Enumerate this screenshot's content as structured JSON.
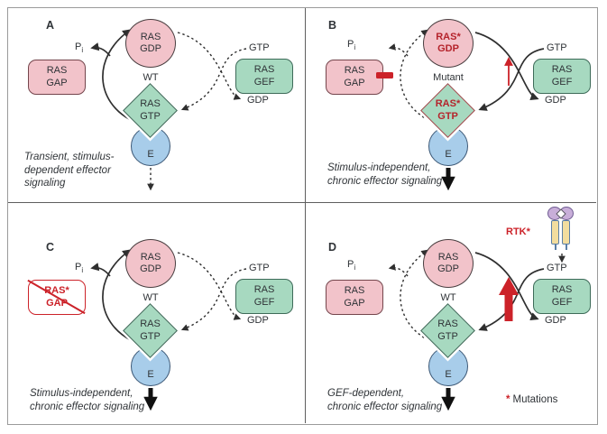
{
  "colors": {
    "accent_red": "#cc2229",
    "mutant_red": "#b5232b",
    "node_pink": "#f2c3ca",
    "node_green": "#a7d9c0",
    "node_blue": "#a8cdea",
    "rtk_purple": "#c8aed9",
    "rtk_yellow": "#f2dd9e",
    "text": "#2f3337",
    "frame_gray": "#9a9a9a"
  },
  "legend": {
    "asterisk": "*",
    "label": "Mutations"
  },
  "panels": {
    "a": {
      "letter": "A",
      "center": "WT",
      "gdp": {
        "l1": "RAS",
        "l2": "GDP"
      },
      "gtp": {
        "l1": "RAS",
        "l2": "GTP"
      },
      "gap": {
        "l1": "RAS",
        "l2": "GAP"
      },
      "gef": {
        "l1": "RAS",
        "l2": "GEF"
      },
      "pi": {
        "base": "P",
        "sub": "i"
      },
      "gtp_in": "GTP",
      "gdp_out": "GDP",
      "effector": "E",
      "caption": "Transient, stimulus-\ndependent effector\nsignaling"
    },
    "b": {
      "letter": "B",
      "center": "Mutant",
      "gdp": {
        "l1": "RAS*",
        "l2": "GDP"
      },
      "gtp": {
        "l1": "RAS*",
        "l2": "GTP"
      },
      "gap": {
        "l1": "RAS",
        "l2": "GAP"
      },
      "gef": {
        "l1": "RAS",
        "l2": "GEF"
      },
      "pi": {
        "base": "P",
        "sub": "i"
      },
      "gtp_in": "GTP",
      "gdp_out": "GDP",
      "effector": "E",
      "caption": "Stimulus-independent,\nchronic effector signaling"
    },
    "c": {
      "letter": "C",
      "center": "WT",
      "gdp": {
        "l1": "RAS",
        "l2": "GDP"
      },
      "gtp": {
        "l1": "RAS",
        "l2": "GTP"
      },
      "gap": {
        "l1": "RAS*",
        "l2": "GAP"
      },
      "gef": {
        "l1": "RAS",
        "l2": "GEF"
      },
      "pi": {
        "base": "P",
        "sub": "i"
      },
      "gtp_in": "GTP",
      "gdp_out": "GDP",
      "effector": "E",
      "caption": "Stimulus-independent,\nchronic effector signaling"
    },
    "d": {
      "letter": "D",
      "center": "WT",
      "gdp": {
        "l1": "RAS",
        "l2": "GDP"
      },
      "gtp": {
        "l1": "RAS",
        "l2": "GTP"
      },
      "gap": {
        "l1": "RAS",
        "l2": "GAP"
      },
      "gef": {
        "l1": "RAS",
        "l2": "GEF"
      },
      "pi": {
        "base": "P",
        "sub": "i"
      },
      "gtp_in": "GTP",
      "gdp_out": "GDP",
      "effector": "E",
      "rtk": "RTK*",
      "caption": "GEF-dependent,\nchronic effector signaling"
    }
  }
}
